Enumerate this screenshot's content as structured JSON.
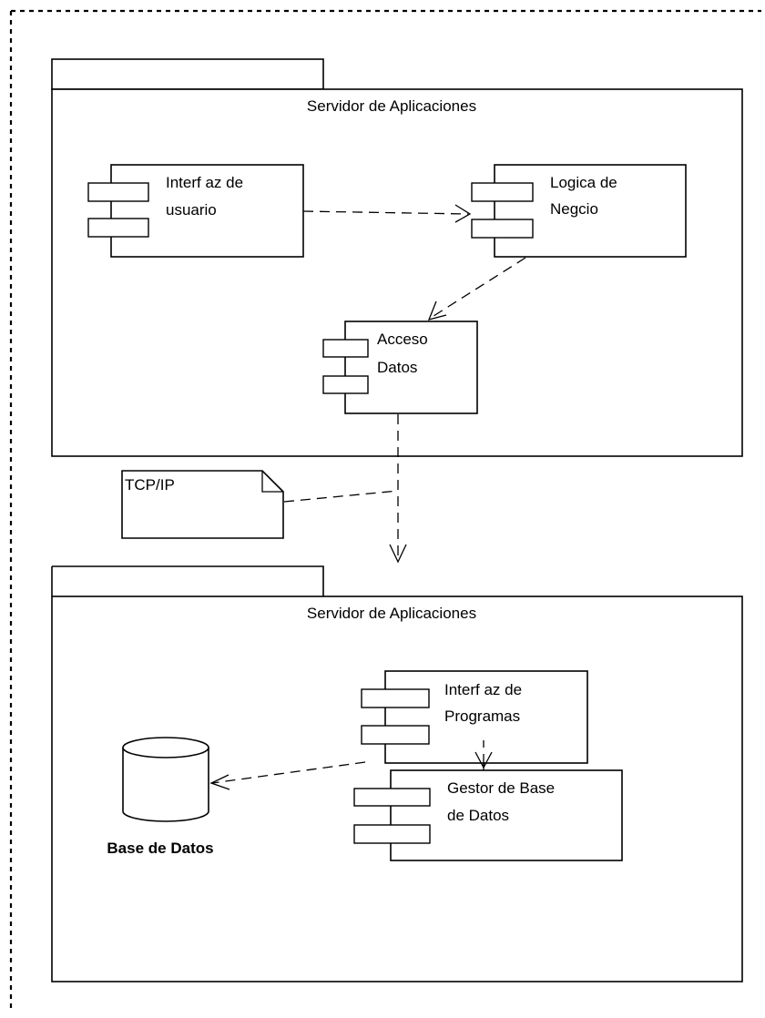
{
  "packages": [
    {
      "id": "top",
      "title": "Servidor de Aplicaciones"
    },
    {
      "id": "bottom",
      "title": "Servidor de Aplicaciones"
    }
  ],
  "components": {
    "ui": [
      "Interf az de",
      "usuario"
    ],
    "logic": [
      "Logica de",
      "Negcio"
    ],
    "data_access": [
      "Acceso",
      "Datos"
    ],
    "programs": [
      "Interf az de",
      "Programas"
    ],
    "db_manager": [
      "Gestor de Base",
      "de Datos"
    ]
  },
  "note": "TCP/IP",
  "database": "Base de Datos"
}
